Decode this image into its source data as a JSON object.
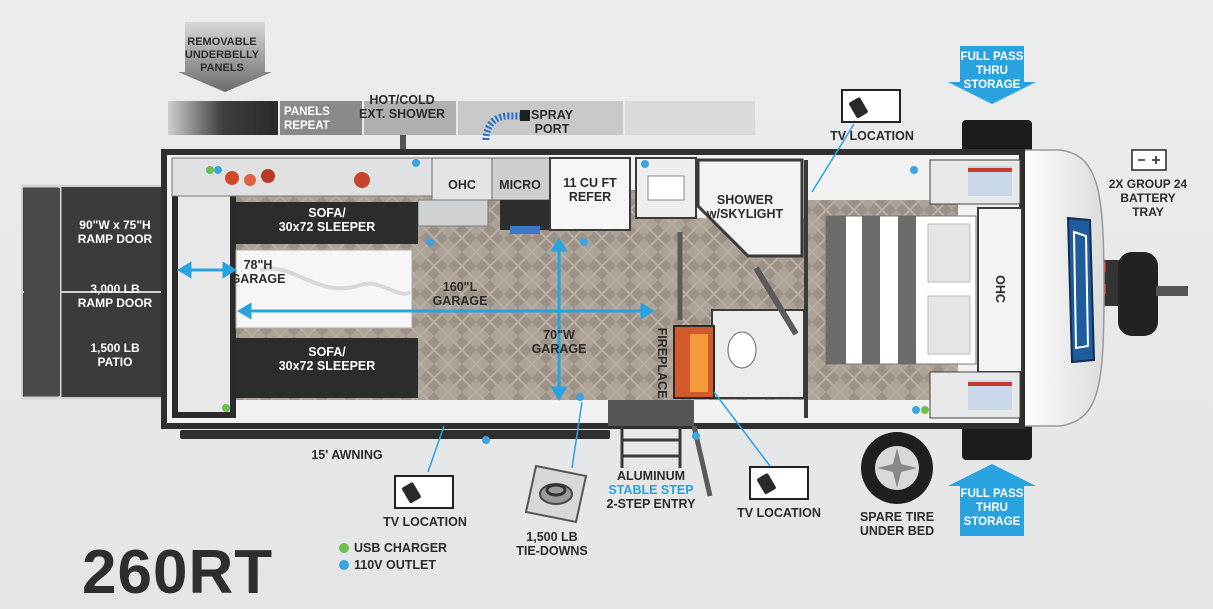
{
  "model": "260RT",
  "labels": {
    "removable_underbelly": "REMOVABLE\nUNDERBELLY\nPANELS",
    "panels_repeat": "PANELS\nREPEAT",
    "hot_cold_shower": "HOT/COLD\nEXT. SHOWER",
    "spray_port": "SPRAY\nPORT",
    "tv_location_top": "TV LOCATION",
    "full_pass_top": "FULL PASS\nTHRU\nSTORAGE",
    "battery_tray": "2X GROUP 24\nBATTERY\nTRAY",
    "ramp_door_size": "90\"W x 75\"H\nRAMP DOOR",
    "ramp_door_weight": "3,000 LB\nRAMP DOOR",
    "patio": "1,500 LB\nPATIO",
    "ohc": "OHC",
    "micro": "MICRO",
    "refer": "11 CU FT\nREFER",
    "sofa_top": "SOFA/\n30x72 SLEEPER",
    "sofa_bottom": "SOFA/\n30x72 SLEEPER",
    "garage_height": "78\"H\nGARAGE",
    "garage_length": "160\"L\nGARAGE",
    "garage_width": "70\"W\nGARAGE",
    "shower": "SHOWER\nw/SKYLIGHT",
    "fireplace": "FIREPLACE",
    "ohc_bedroom": "OHC",
    "awning": "15' AWNING",
    "tv_location_left": "TV LOCATION",
    "tie_downs": "1,500 LB\nTIE-DOWNS",
    "aluminum": "ALUMINUM",
    "stable_step": "STABLE STEP",
    "step_entry": "2-STEP ENTRY",
    "tv_location_right": "TV LOCATION",
    "spare_tire": "SPARE TIRE\nUNDER BED",
    "full_pass_bottom": "FULL PASS\nTHRU\nSTORAGE",
    "legend_usb": "USB CHARGER",
    "legend_outlet": "110V OUTLET"
  },
  "colors": {
    "blue_accent": "#29a3e0",
    "usb_green": "#6cc04a",
    "outlet_blue": "#3ba3e0",
    "wall": "#3a3a3a",
    "floor": "#a99e92"
  }
}
